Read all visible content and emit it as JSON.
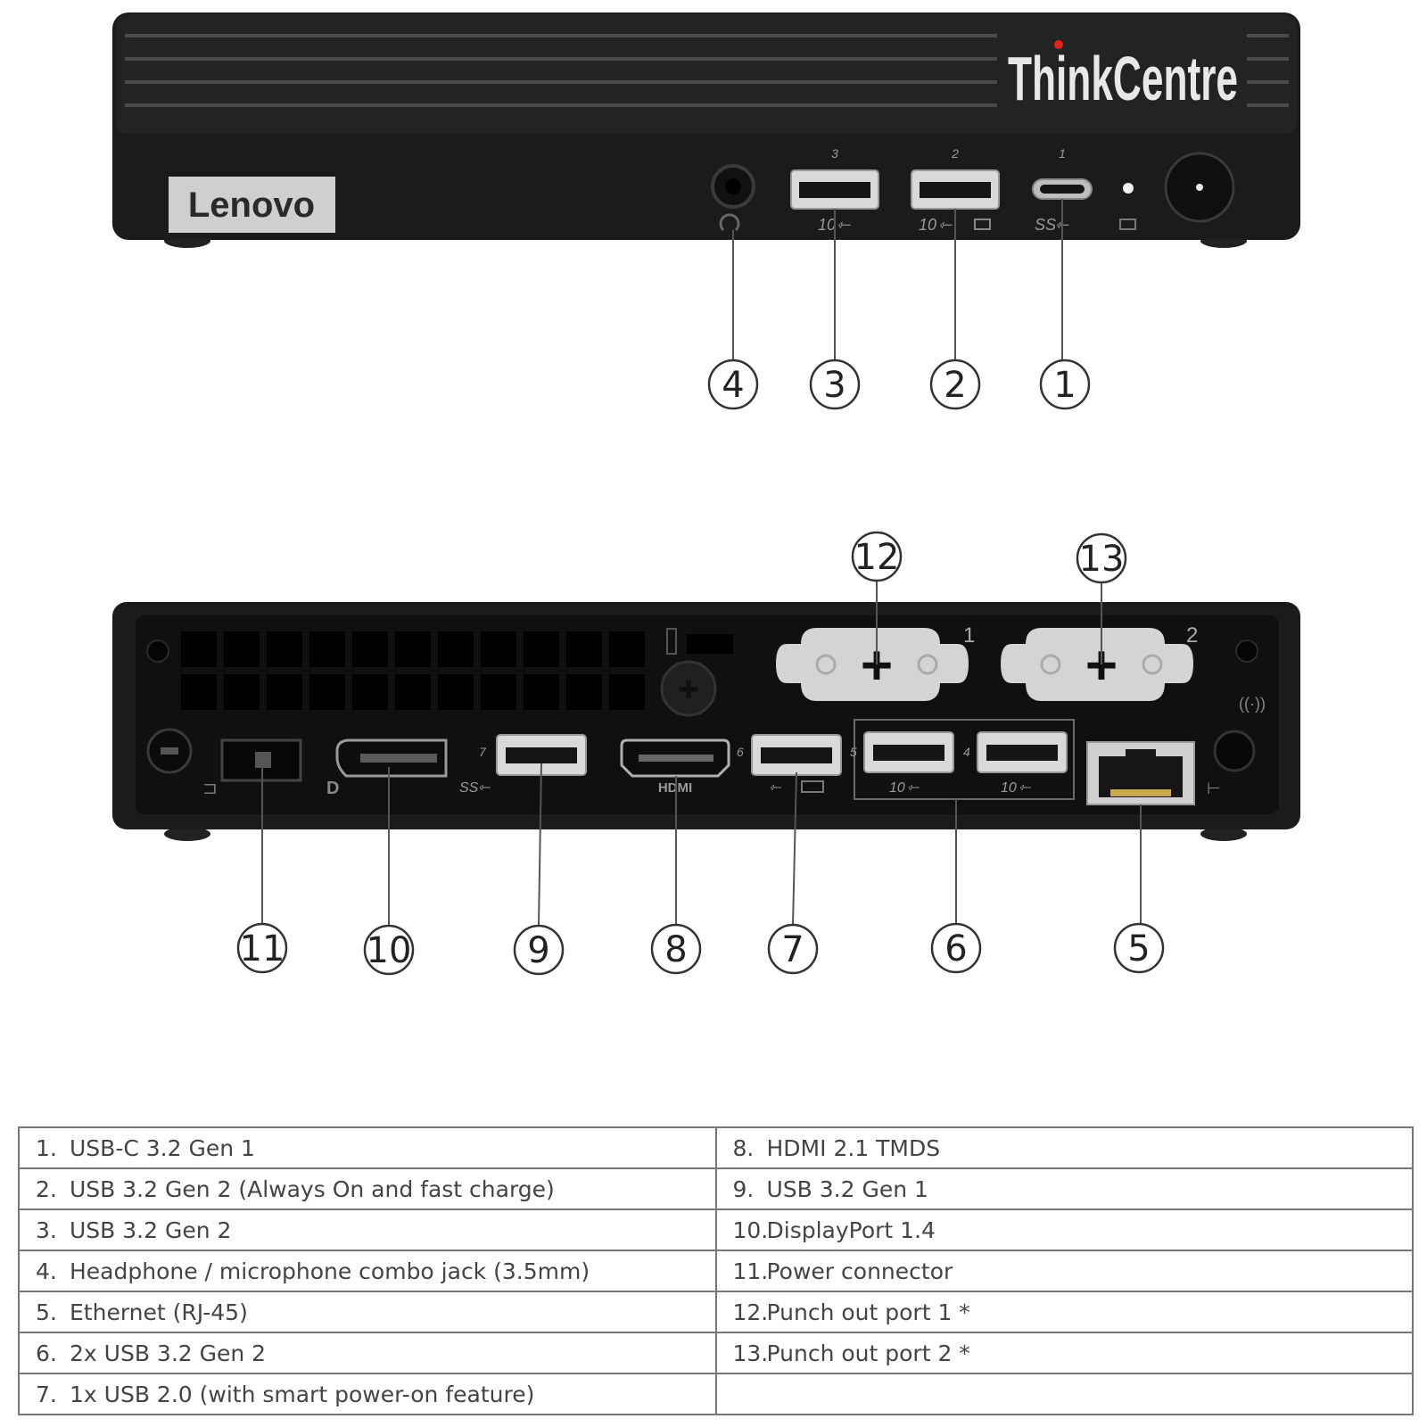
{
  "front": {
    "brand_logo": "ThinkCentre",
    "vendor_badge": "Lenovo",
    "usb_port_numbers": [
      "3",
      "2",
      "1"
    ],
    "usb_speed_marks": [
      "10",
      "10",
      "SS"
    ]
  },
  "rear": {
    "usb_port_numbers": [
      "7",
      "6",
      "5",
      "4"
    ],
    "usb_speed_marks": [
      "SS",
      "10",
      "10"
    ],
    "hdmi_mark": "HDMI",
    "punch_out_numbers": [
      "1",
      "2"
    ]
  },
  "callouts": [
    "1",
    "2",
    "3",
    "4",
    "5",
    "6",
    "7",
    "8",
    "9",
    "10",
    "11",
    "12",
    "13"
  ],
  "legend": {
    "left": [
      {
        "num": "1.",
        "text": "USB-C 3.2 Gen 1"
      },
      {
        "num": "2.",
        "text": "USB 3.2 Gen 2 (Always On and fast charge)"
      },
      {
        "num": "3.",
        "text": "USB 3.2 Gen 2"
      },
      {
        "num": "4.",
        "text": "Headphone / microphone combo jack (3.5mm)"
      },
      {
        "num": "5.",
        "text": "Ethernet (RJ-45)"
      },
      {
        "num": "6.",
        "text": "2x USB 3.2 Gen 2"
      },
      {
        "num": "7.",
        "text": "1x USB 2.0 (with smart power-on feature)"
      }
    ],
    "right": [
      {
        "num": "8.",
        "text": "HDMI 2.1 TMDS"
      },
      {
        "num": "9.",
        "text": "USB 3.2 Gen 1"
      },
      {
        "num": "10.",
        "text": "DisplayPort 1.4"
      },
      {
        "num": "11.",
        "text": "Power connector"
      },
      {
        "num": "12.",
        "text": "Punch out port 1 *"
      },
      {
        "num": "13.",
        "text": "Punch out port 2 *"
      },
      {
        "num": "",
        "text": ""
      }
    ]
  },
  "colors": {
    "chassis": "#1b1b1b",
    "chassis_edge": "#0d0d0d",
    "port_silver": "#d9d9d9",
    "punch_out": "#d4d4d4",
    "trackpoint_red": "#e2231a",
    "leader_line": "#555555"
  }
}
